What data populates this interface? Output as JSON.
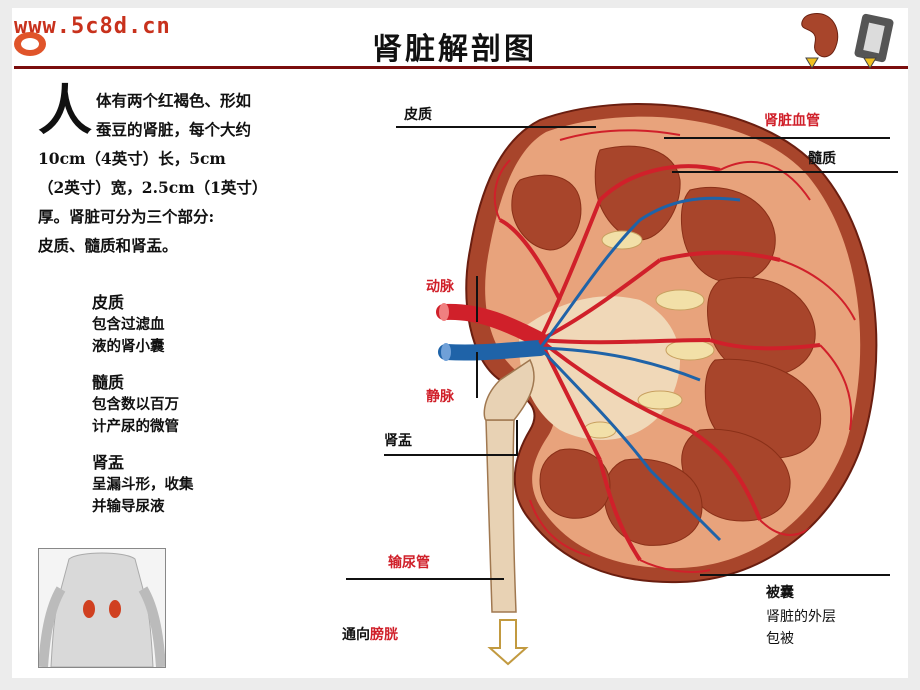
{
  "header": {
    "logo": "www.5c8d.cn",
    "title": "肾脏解剖图"
  },
  "intro": {
    "big_char": "人",
    "line1": "体有两个红褐色、形如",
    "line2": "蚕豆的肾脏，每个大约",
    "line3": "10cm（4英寸）长，5cm",
    "line4": "（2英寸）宽，2.5cm（1英寸）",
    "line5": "厚。肾脏可分为三个部分:",
    "line6": "皮质、髓质和肾盂。"
  },
  "sections": [
    {
      "heading": "皮质",
      "l1": "包含过滤血",
      "l2": "液的肾小囊"
    },
    {
      "heading": "髓质",
      "l1": "包含数以百万",
      "l2": "计产尿的微管"
    },
    {
      "heading": "肾盂",
      "l1": "呈漏斗形，收集",
      "l2": "并输导尿液"
    }
  ],
  "labels": {
    "cortex": "皮质",
    "vessels": "肾脏血管",
    "medulla": "髓质",
    "artery": "动脉",
    "vein": "静脉",
    "pelvis": "肾盂",
    "ureter": "输尿管",
    "to_prefix": "通向",
    "bladder": "膀胱",
    "capsule": "被囊",
    "capsule_l1": "肾脏的外层",
    "capsule_l2": "包被"
  },
  "colors": {
    "artery": "#d0202a",
    "vein": "#1f63a8",
    "cortex": "#e8a37c",
    "medulla": "#a8452b",
    "rule": "#7a0d0d"
  }
}
